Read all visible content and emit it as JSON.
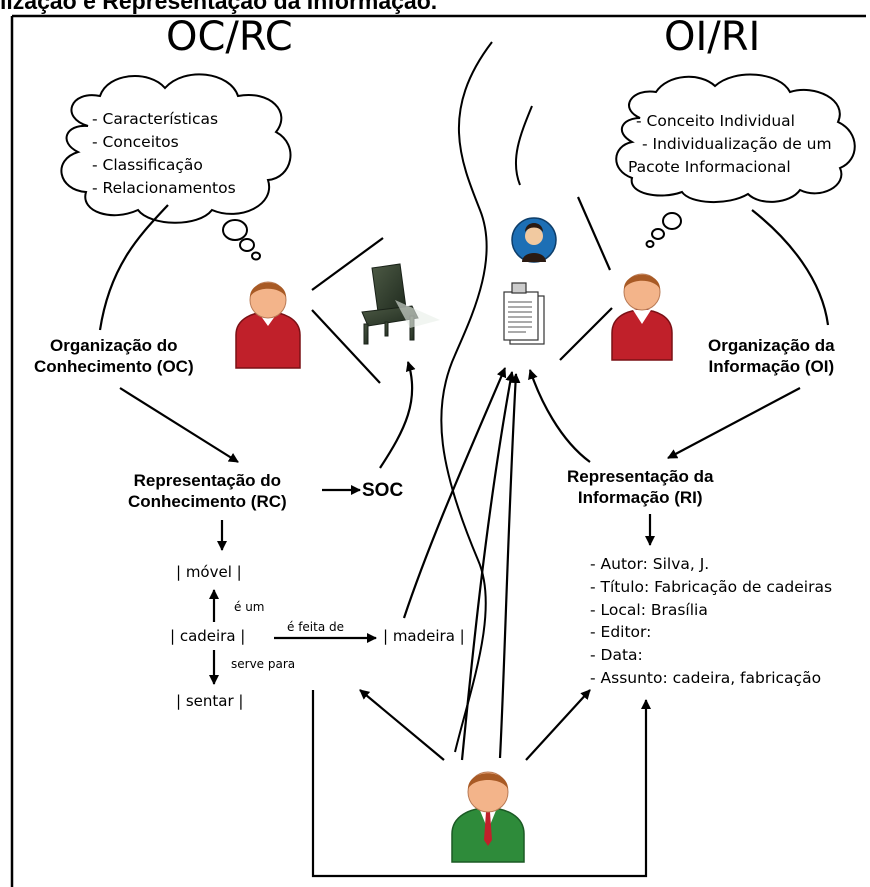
{
  "header": {
    "title": "lização e Representação da Informação."
  },
  "sections": {
    "left": "OC/RC",
    "right": "OI/RI"
  },
  "left_thought": [
    "- Características",
    "- Conceitos",
    "- Classificação",
    "- Relacionamentos"
  ],
  "right_thought": [
    "- Conceito Individual",
    "- Individualização de um",
    "Pacote Informacional"
  ],
  "labels": {
    "oc": [
      "Organização do",
      "Conhecimento (OC)"
    ],
    "oi": [
      "Organização da",
      "Informação (OI)"
    ],
    "rc": [
      "Representação do",
      "Conhecimento (RC)"
    ],
    "ri": [
      "Representação da",
      "Informação (RI)"
    ],
    "soc": "SOC"
  },
  "concept_map": {
    "movel": "| móvel |",
    "cadeira": "| cadeira |",
    "sentar": "| sentar |",
    "madeira": "| madeira |",
    "e_um": "é um",
    "e_feita_de": "é feita de",
    "serve_para": "serve para"
  },
  "metadata": [
    "- Autor: Silva, J.",
    "- Título: Fabricação de cadeiras",
    "- Local: Brasília",
    "- Editor:",
    "- Data:",
    "- Assunto: cadeira, fabricação"
  ],
  "colors": {
    "red_shirt": "#c0202a",
    "green_suit": "#2e8b3a",
    "skin": "#f3b48a",
    "hair": "#a85a25",
    "chair": "#2f3b2e"
  }
}
